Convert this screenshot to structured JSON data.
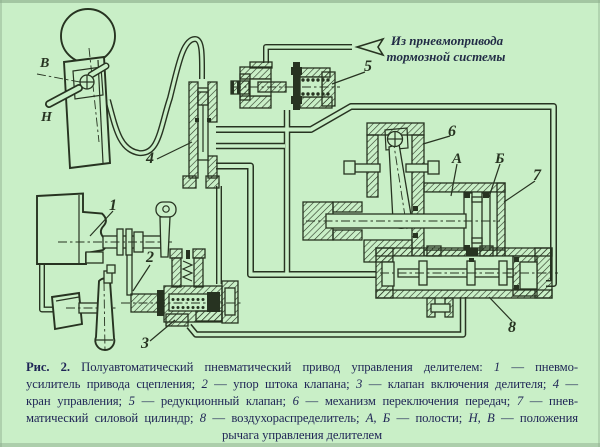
{
  "colors": {
    "background": "#c9efc7",
    "ink": "#273321",
    "caption_text": "#1f2556",
    "annotation_text": "#222c46"
  },
  "diagram": {
    "annotation": {
      "line1": "Из прневмопривода",
      "line2": "тормозной системы"
    },
    "labels": {
      "lever_upper": "В",
      "lever_lower": "Н",
      "booster": "1",
      "stop": "2",
      "valve3": "3",
      "valve4": "4",
      "valve5": "5",
      "mech6": "6",
      "cyl7": "7",
      "distr8": "8",
      "cavity_a": "А",
      "cavity_b": "Б"
    }
  },
  "caption": {
    "lines": [
      {
        "segs": [
          {
            "t": "Рис. 2."
          },
          {
            "t": " Полуавтоматический пневматический привод управления делителем:  "
          },
          {
            "t": "1"
          },
          {
            "t": " — пневмо-"
          }
        ]
      },
      {
        "segs": [
          {
            "t": "усилитель привода сцепления; "
          },
          {
            "t": "2"
          },
          {
            "t": " — упор штока клапана; "
          },
          {
            "t": "3"
          },
          {
            "t": " — клапан включения делителя; "
          },
          {
            "t": "4"
          },
          {
            "t": " —"
          }
        ]
      },
      {
        "segs": [
          {
            "t": "кран управления; "
          },
          {
            "t": "5"
          },
          {
            "t": " — редукционный клапан; "
          },
          {
            "t": "6"
          },
          {
            "t": " — механизм переключения передач; "
          },
          {
            "t": "7"
          },
          {
            "t": " — пнев-"
          }
        ]
      },
      {
        "segs": [
          {
            "t": "матический силовой цилиндр; "
          },
          {
            "t": "8"
          },
          {
            "t": " — воздухораспределитель; "
          },
          {
            "t": "А, Б"
          },
          {
            "t": " — полости; "
          },
          {
            "t": "Н, В"
          },
          {
            "t": " — положения"
          }
        ]
      },
      {
        "segs": [
          {
            "t": "рычага управления делителем"
          }
        ]
      }
    ]
  }
}
